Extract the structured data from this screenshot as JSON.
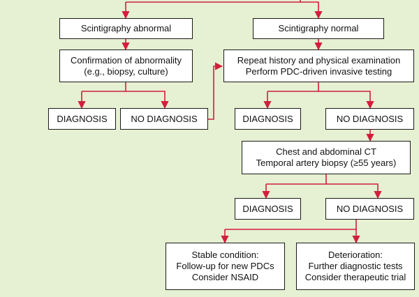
{
  "colors": {
    "background": "#e6f0d2",
    "connector": "#d01f3c",
    "box_border": "#1a1a1a"
  },
  "boxes": {
    "scint_abnormal": {
      "lines": [
        "Scintigraphy abnormal"
      ]
    },
    "scint_normal": {
      "lines": [
        "Scintigraphy normal"
      ]
    },
    "confirmation": {
      "lines": [
        "Confirmation of abnormality",
        "(e.g., biopsy, culture)"
      ]
    },
    "repeat_history": {
      "lines": [
        "Repeat history and physical examination",
        "Perform PDC-driven invasive testing"
      ]
    },
    "dx_left": {
      "lines": [
        "DIAGNOSIS"
      ]
    },
    "nodx_left": {
      "lines": [
        "NO DIAGNOSIS"
      ]
    },
    "dx_mid": {
      "lines": [
        "DIAGNOSIS"
      ]
    },
    "nodx_mid": {
      "lines": [
        "NO DIAGNOSIS"
      ]
    },
    "chest_ct": {
      "lines": [
        "Chest and abdominal CT",
        "Temporal artery biopsy (≥55 years)"
      ]
    },
    "dx_low": {
      "lines": [
        "DIAGNOSIS"
      ]
    },
    "nodx_low": {
      "lines": [
        "NO DIAGNOSIS"
      ]
    },
    "stable": {
      "lines": [
        "Stable condition:",
        "Follow-up for new PDCs",
        "Consider NSAID"
      ]
    },
    "deterioration": {
      "lines": [
        "Deterioration:",
        "Further diagnostic tests",
        "Consider therapeutic trial"
      ]
    }
  }
}
